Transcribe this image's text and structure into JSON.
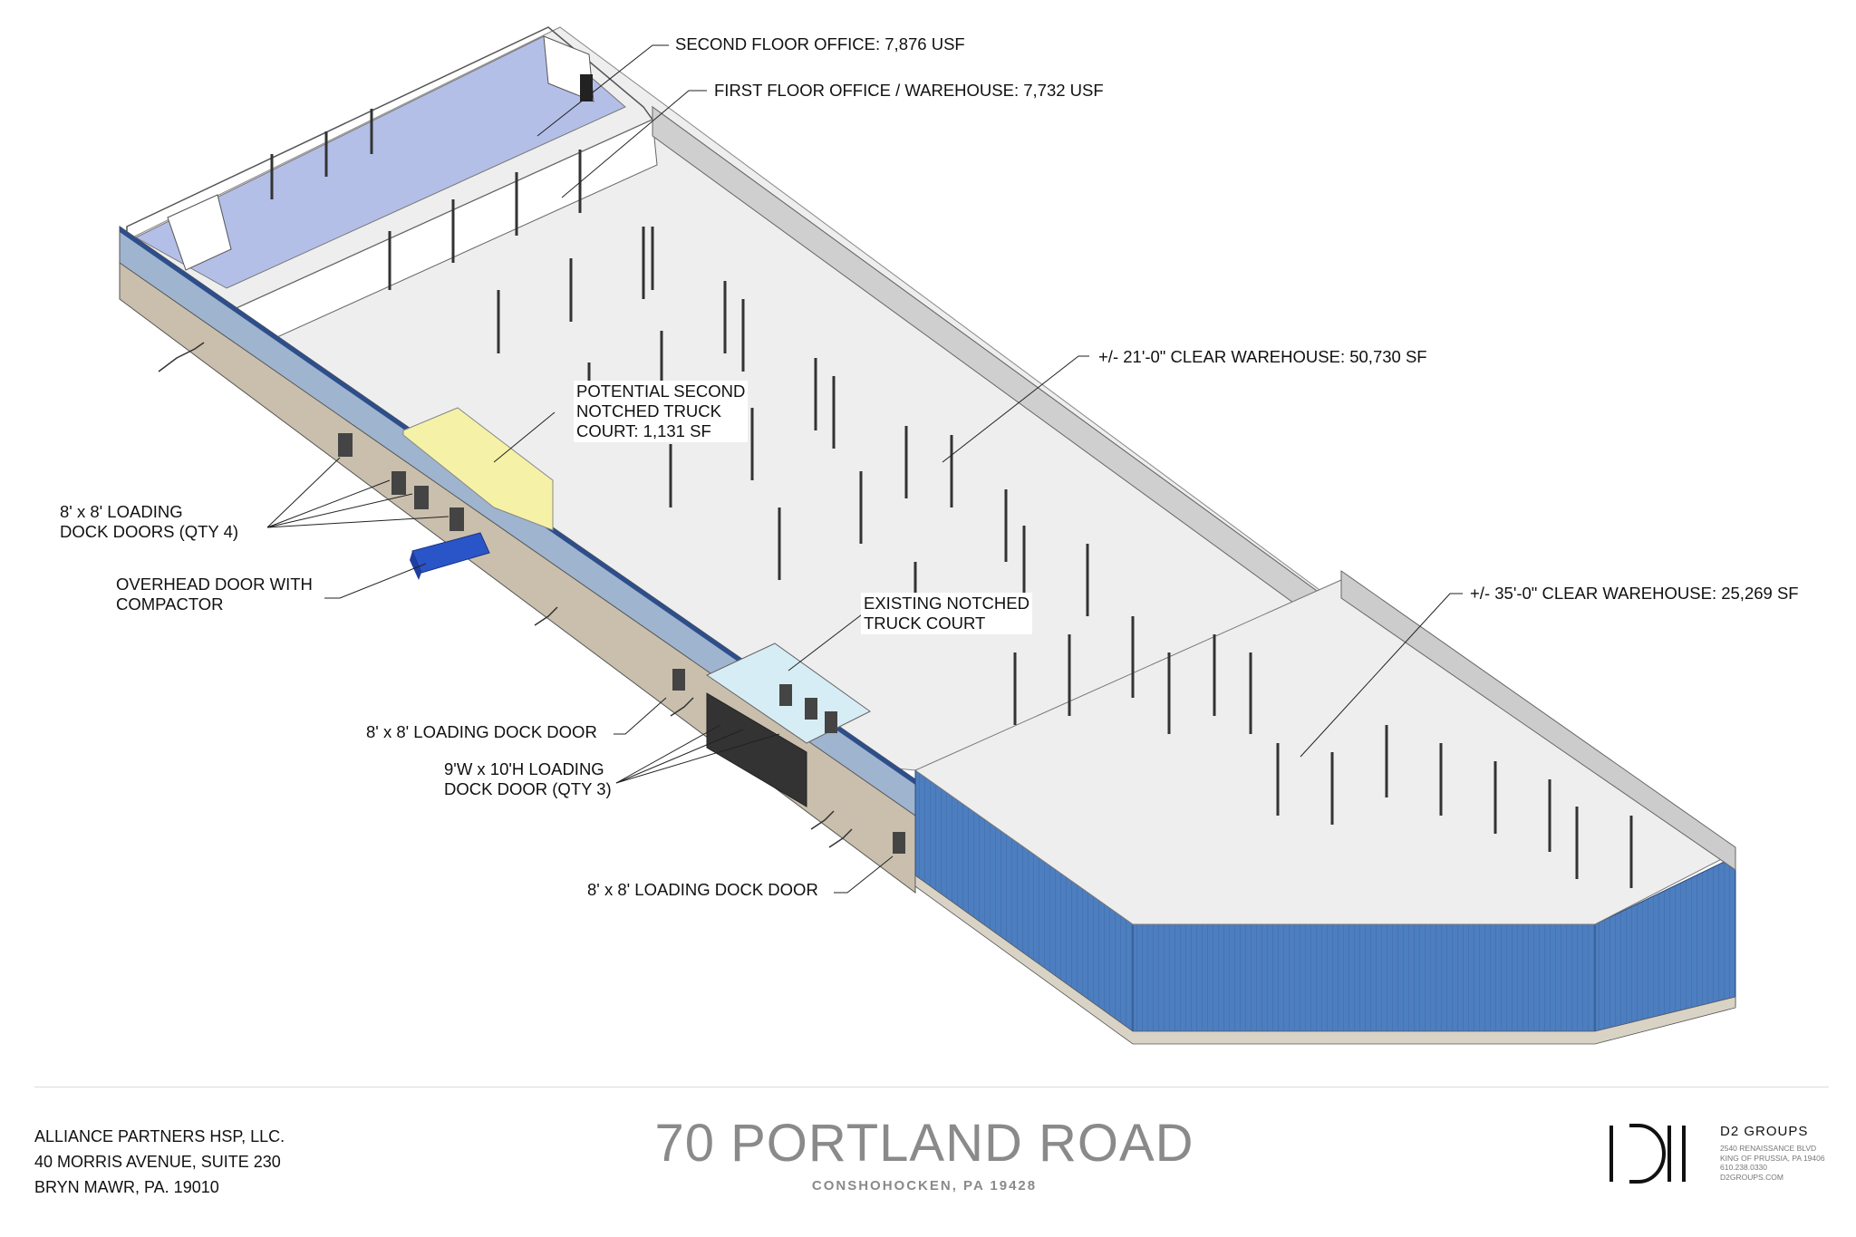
{
  "callouts": {
    "second_floor_office": "SECOND FLOOR OFFICE:  7,876 USF",
    "first_floor_office": "FIRST FLOOR OFFICE / WAREHOUSE:  7,732 USF",
    "clear_21": "+/- 21'-0\" CLEAR WAREHOUSE:  50,730 SF",
    "clear_35": "+/- 35'-0\" CLEAR WAREHOUSE:  25,269 SF",
    "potential_court": [
      "POTENTIAL SECOND",
      "NOTCHED TRUCK",
      "COURT:  1,131 SF"
    ],
    "dock_doors_qty4": [
      "8' x 8' LOADING",
      "DOCK DOORS (QTY 4)"
    ],
    "overhead_door": [
      "OVERHEAD DOOR WITH",
      "COMPACTOR"
    ],
    "existing_court": [
      "EXISTING NOTCHED",
      "TRUCK COURT"
    ],
    "dock_door_a": "8' x 8' LOADING DOCK DOOR",
    "dock_doors_qty3": [
      "9'W x 10'H LOADING",
      "DOCK DOOR (QTY 3)"
    ],
    "dock_door_b": "8' x 8' LOADING DOCK DOOR"
  },
  "footer": {
    "owner_lines": [
      "ALLIANCE PARTNERS HSP, LLC.",
      "40 MORRIS AVENUE, SUITE 230",
      "BRYN MAWR, PA. 19010"
    ],
    "title": "70 PORTLAND ROAD",
    "subtitle": "CONSHOHOCKEN, PA 19428",
    "firm_name": "D2 GROUPS",
    "firm_info": [
      "2540 RENAISSANCE BLVD",
      "KING OF PRUSSIA, PA 19406",
      "610.238.0330",
      "D2GROUPS.COM"
    ]
  },
  "colors": {
    "office_blue": "#b4bfe8",
    "court_yellow": "#f5f2a8",
    "wall_blue": "#4d7ebf",
    "compactor_blue": "#2a55c8",
    "floor_gray": "#eeeeee",
    "wall_tan": "#c9bfac"
  }
}
